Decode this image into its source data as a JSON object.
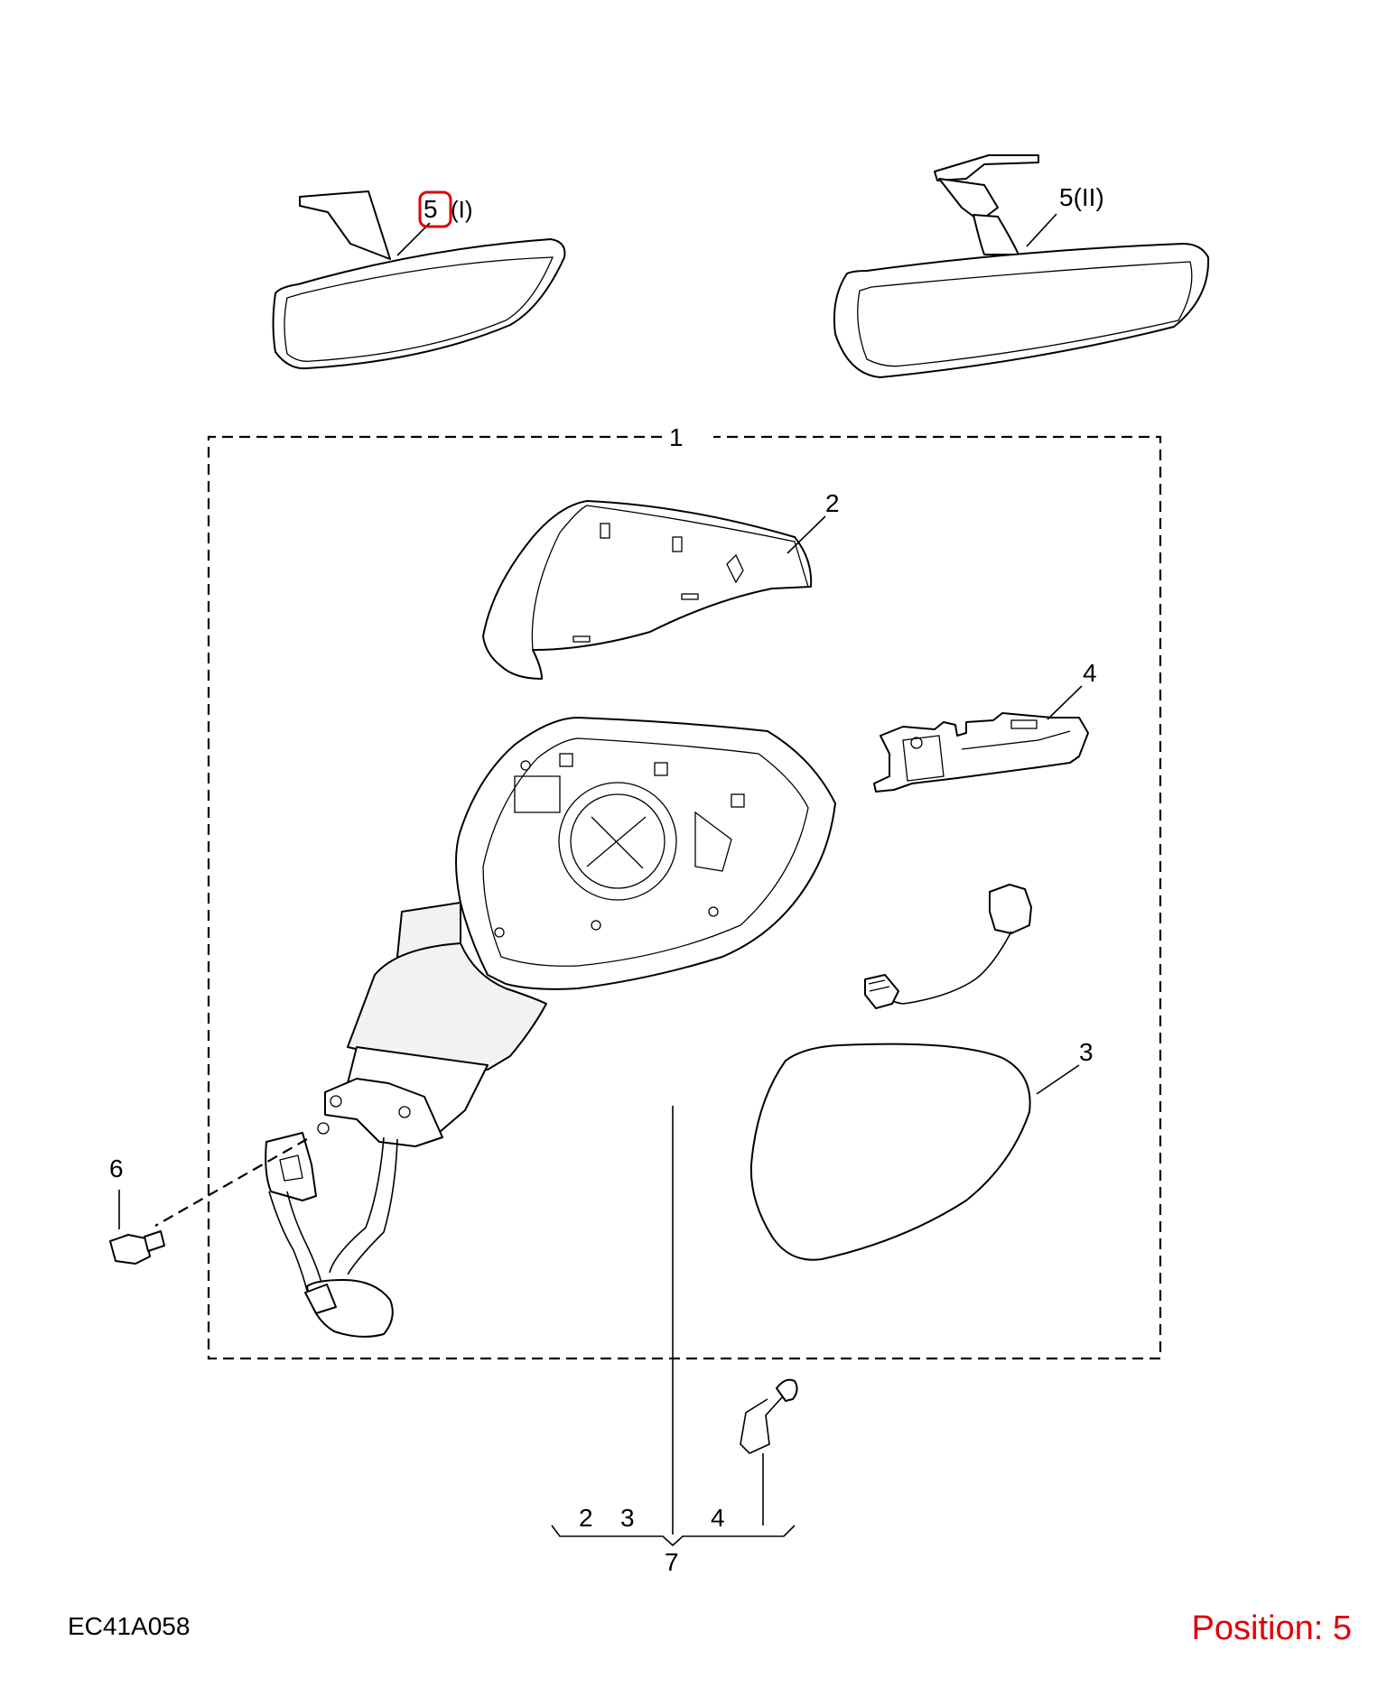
{
  "diagram": {
    "code": "EC41A058",
    "position_text": "Position: 5",
    "position_color": "#e00000",
    "callouts": {
      "c1": "1",
      "c2": "2",
      "c3": "3",
      "c4": "4",
      "c5a_num": "5",
      "c5a_suffix": "(I)",
      "c5b": "5(II)",
      "c6": "6",
      "c7": "7",
      "sub_2": "2",
      "sub_3": "3",
      "sub_4": "4"
    }
  }
}
